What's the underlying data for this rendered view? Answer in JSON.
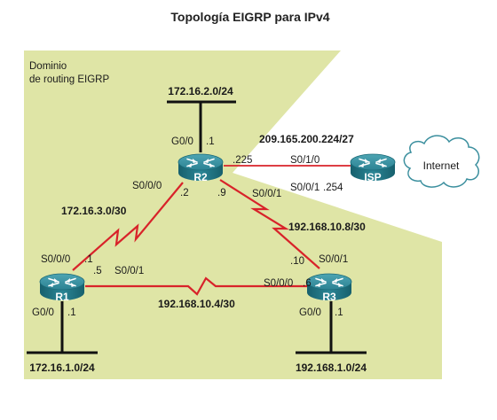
{
  "title": "Topología EIGRP para IPv4",
  "domain": {
    "line1": "Dominio",
    "line2": "de routing EIGRP",
    "color": "#dfe5a6"
  },
  "colors": {
    "serial": "#d8232a",
    "router_top": "#3b8f9e",
    "router_body": "#1f6f7e",
    "ethernet": "#111111"
  },
  "routers": {
    "r1": {
      "name": "R1"
    },
    "r2": {
      "name": "R2"
    },
    "r3": {
      "name": "R3"
    },
    "isp": {
      "name": "ISP"
    }
  },
  "cloud": {
    "label": "Internet"
  },
  "networks": {
    "r2_lan": "172.16.2.0/24",
    "r1_lan": "172.16.1.0/24",
    "r3_lan": "192.168.1.0/24",
    "isp_link": "209.165.200.224/27",
    "r1_r2": "172.16.3.0/30",
    "r2_r3": "192.168.10.8/30",
    "r1_r3": "192.168.10.4/30"
  },
  "labels": {
    "r2_g00": "G0/0",
    "r2_g00_host": ".1",
    "r2_225": ".225",
    "r2_s010": "S0/1/0",
    "isp_s001": "S0/0/1",
    "isp_254": ".254",
    "r2_s000": "S0/0/0",
    "r2_host_2": ".2",
    "r2_host_9": ".9",
    "r2_s001": "S0/0/1",
    "r1_s000": "S0/0/0",
    "r1_host_1": ".1",
    "r1_host_5": ".5",
    "r1_s001": "S0/0/1",
    "r1_g00": "G0/0",
    "r1_g00_host": ".1",
    "r3_host_10": ".10",
    "r3_s001": "S0/0/1",
    "r3_s000": "S0/0/0",
    "r3_host_6": ".6",
    "r3_g00": "G0/0",
    "r3_g00_host": ".1"
  }
}
